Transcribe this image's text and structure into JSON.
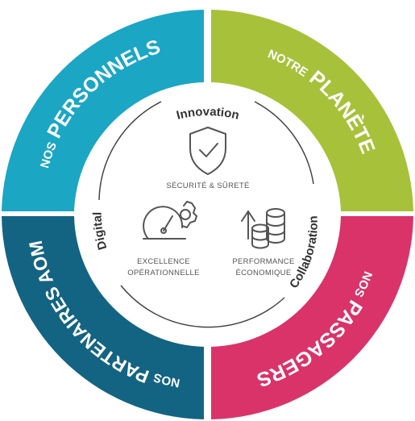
{
  "segments": [
    {
      "id": "personnels",
      "small": "NOS",
      "big": "PERSONNELS",
      "color": "#1ba6c4"
    },
    {
      "id": "planete",
      "small": "NOTRE",
      "big": "PLANÈTE",
      "color": "#a8c13a"
    },
    {
      "id": "passagers",
      "small": "NOS",
      "big": "PASSAGERS",
      "color": "#d9336a"
    },
    {
      "id": "partenaires",
      "small": "NOS",
      "big": "PARTENAIRES AOM",
      "color": "#136482"
    }
  ],
  "pillars": {
    "innovation": "Innovation",
    "collaboration": "Collaboration",
    "digital": "Digital"
  },
  "center": {
    "securite": "SÉCURITÉ & SÛRETÉ",
    "excellence_line1": "EXCELLENCE",
    "excellence_line2": "OPÉRATIONNELLE",
    "performance_line1": "PERFORMANCE",
    "performance_line2": "ÉCONOMIQUE"
  },
  "icons": [
    "shield-check-icon",
    "gauge-gear-icon",
    "coins-growth-icon"
  ]
}
